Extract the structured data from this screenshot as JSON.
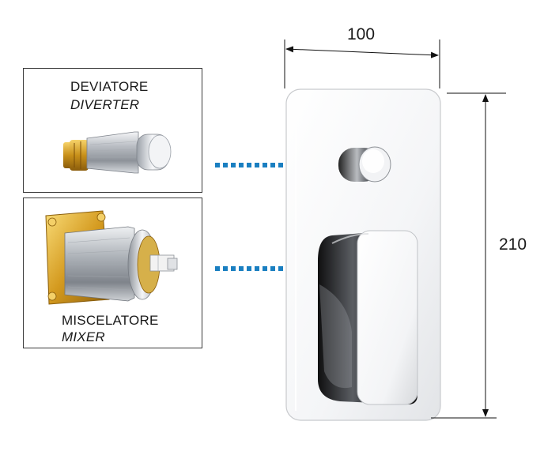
{
  "diverter": {
    "label_it": "DEVIATORE",
    "label_en": "DIVERTER",
    "icon": "diverter-cartridge-icon"
  },
  "mixer": {
    "label_it": "MISCELATORE",
    "label_en": "MIXER",
    "icon": "mixer-cartridge-icon"
  },
  "dimensions": {
    "width": "100",
    "height": "210"
  },
  "colors": {
    "arrow": "#1a7fc1",
    "brass": "#d9a92e",
    "chrome": "#c9ccd1",
    "frame": "#3a3a3a"
  }
}
